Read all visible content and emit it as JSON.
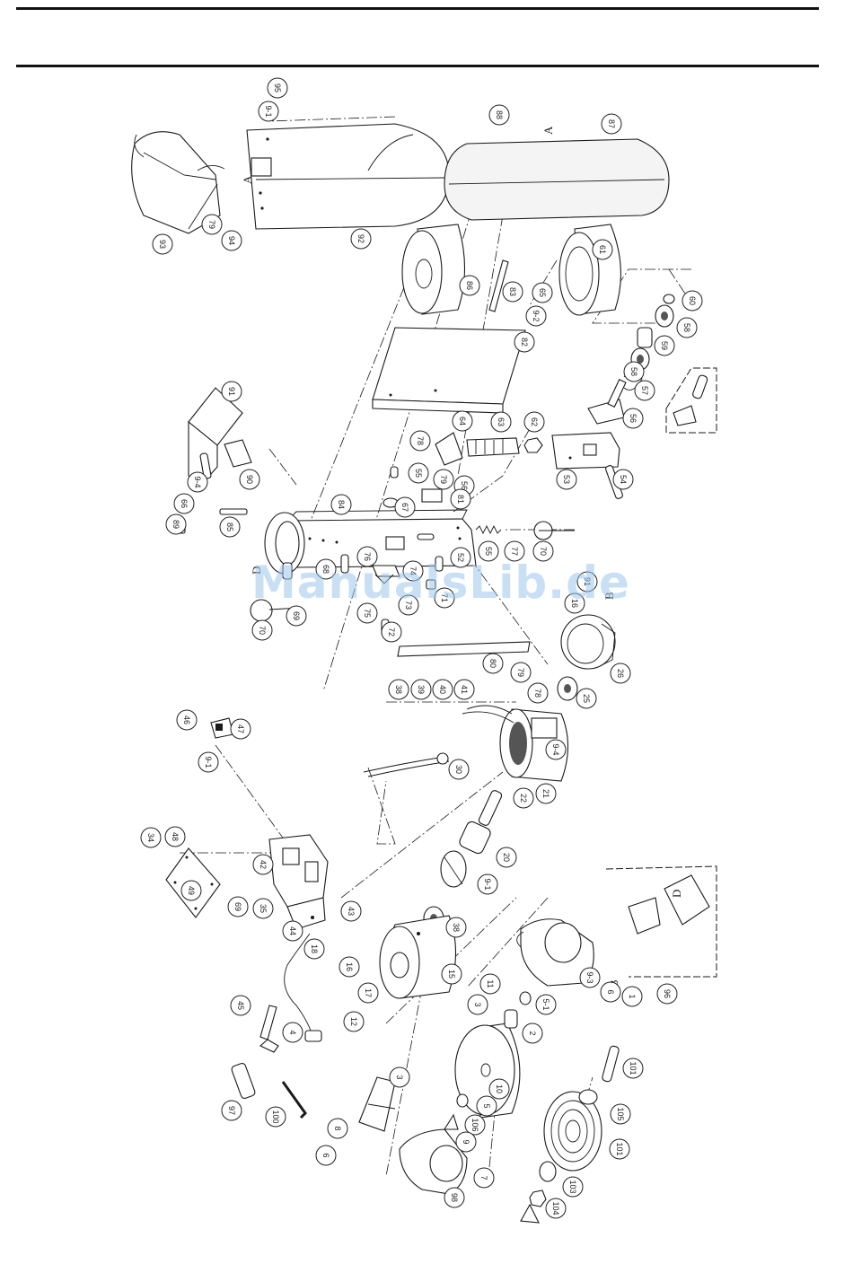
{
  "watermark": "ManualsLib.de",
  "reference_letters": [
    {
      "id": "A1",
      "label": "A"
    },
    {
      "id": "A2",
      "label": "A"
    },
    {
      "id": "B1",
      "label": "B"
    },
    {
      "id": "B2",
      "label": "B"
    },
    {
      "id": "D1",
      "label": "D"
    },
    {
      "id": "D2",
      "label": "D"
    }
  ],
  "callouts": [
    "95",
    "9-1",
    "88",
    "87",
    "93",
    "79",
    "94",
    "92",
    "86",
    "83",
    "65",
    "9-2",
    "61",
    "60",
    "58",
    "59",
    "58",
    "57",
    "56",
    "82",
    "91",
    "64",
    "63",
    "62",
    "78",
    "55",
    "79",
    "56",
    "67",
    "81",
    "53",
    "54",
    "90",
    "9-4",
    "66",
    "89",
    "85",
    "84",
    "68",
    "76",
    "55",
    "77",
    "70",
    "52",
    "74",
    "71",
    "73",
    "75",
    "72",
    "70",
    "69",
    "80",
    "79",
    "78",
    "91",
    "16",
    "26",
    "25",
    "38",
    "39",
    "40",
    "41",
    "46",
    "47",
    "9-1",
    "9-4",
    "30",
    "21",
    "22",
    "20",
    "34",
    "48",
    "42",
    "49",
    "9-1",
    "69",
    "35",
    "43",
    "44",
    "18",
    "38",
    "16",
    "17",
    "15",
    "12",
    "11",
    "3",
    "5-1",
    "2",
    "9-3",
    "6",
    "1",
    "96",
    "45",
    "4",
    "10",
    "3",
    "5",
    "106",
    "9",
    "8",
    "6",
    "7",
    "98",
    "97",
    "100",
    "101",
    "105",
    "101",
    "103",
    "104"
  ]
}
